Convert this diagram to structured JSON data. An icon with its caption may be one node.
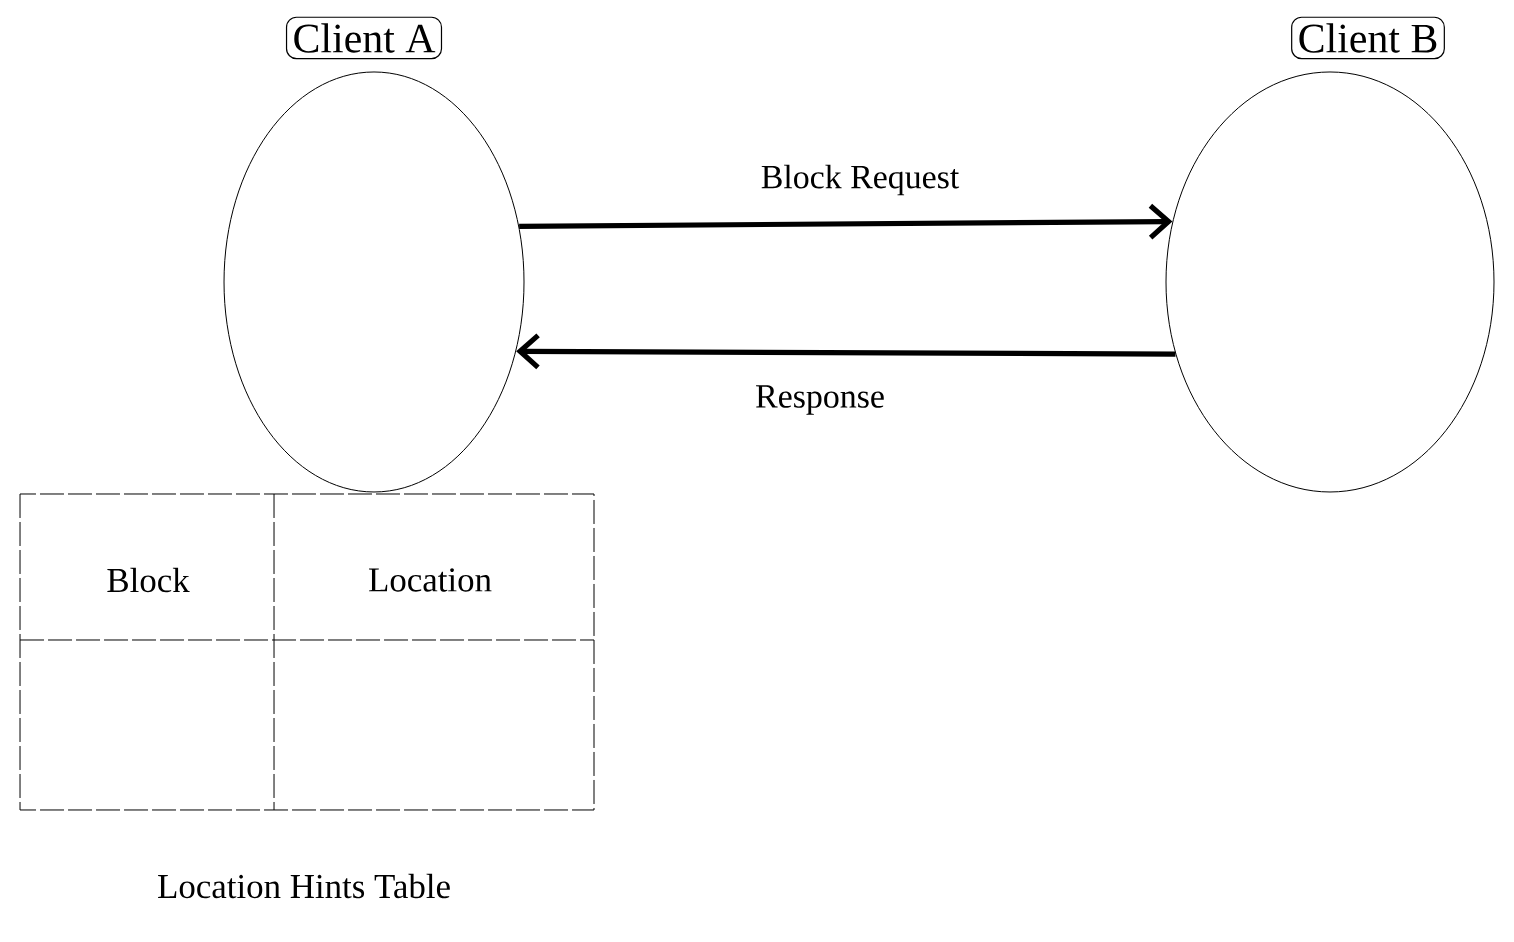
{
  "diagram": {
    "nodes": [
      {
        "text": [
          "Client A"
        ]
      },
      {
        "text": [],
        "shape": "circle"
      },
      {
        "text": [
          "Client B"
        ]
      },
      {
        "text": [],
        "shape": "circle"
      }
    ],
    "edges": [
      {
        "from": 1,
        "to": 3,
        "arrow": "to",
        "label": "Block Request"
      },
      {
        "from": 3,
        "to": 1,
        "arrow": "to",
        "label": "Response"
      }
    ],
    "labels": [
      "Block",
      "Location",
      "Location Hints Table"
    ]
  }
}
